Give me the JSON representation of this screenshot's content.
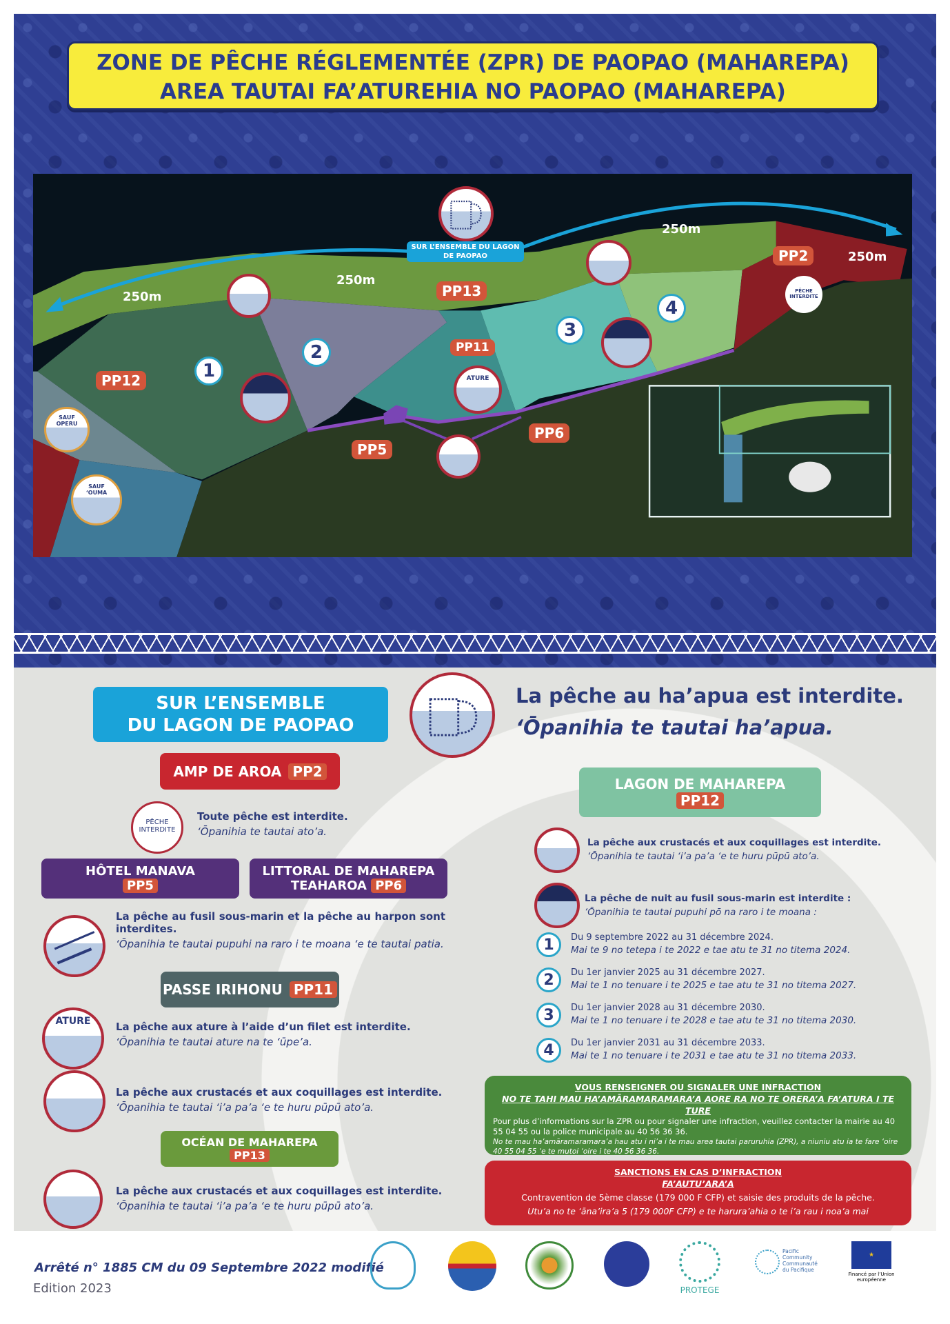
{
  "title": {
    "line1": "ZONE DE PÊCHE RÉGLEMENTÉE (ZPR) DE PAOPAO (MAHAREPA)",
    "line2": "AREA TAUTAI FA’ATUREHIA NO PAOPAO (MAHAREPA)"
  },
  "map": {
    "zones": [
      "PP12",
      "PP13",
      "PP11",
      "PP5",
      "PP6",
      "PP2"
    ],
    "numbers": [
      "1",
      "2",
      "3",
      "4"
    ],
    "distance": "250m",
    "lagoon_label": "SUR L’ENSEMBLE DU LAGON DE PAOPAO",
    "peche_interdite": "PÊCHE INTERDITE",
    "ature": "ATURE",
    "sauf_operu": "SAUF OPERU",
    "sauf_ouma": "SAUF ‘OUMA"
  },
  "left": {
    "lagoon_box": {
      "line1": "SUR L’ENSEMBLE",
      "line2": "DU LAGON DE PAOPAO"
    },
    "haapua": {
      "fr": "La pêche au ha’apua est interdite.",
      "ta": "‘Ōpanihia te tautai ha’apua."
    },
    "amp": {
      "label": "AMP DE AROA",
      "tag": "PP2"
    },
    "peche_icon": "PÊCHE INTERDITE",
    "amp_rule": {
      "fr": "Toute pêche est interdite.",
      "ta": "‘Ōpanihia te tautai ato’a."
    },
    "manava": {
      "label": "HÔTEL MANAVA",
      "tag": "PP5"
    },
    "littoral": {
      "label1": "LITTORAL DE MAHAREPA",
      "label2": "TEAHAROA",
      "tag": "PP6"
    },
    "fusil_rule": {
      "fr": "La pêche au fusil sous-marin et la pêche au harpon sont interdites.",
      "ta": "‘Ōpanihia te tautai pupuhi na raro i te moana ‘e te tautai patia."
    },
    "passe": {
      "label": "PASSE IRIHONU",
      "tag": "PP11"
    },
    "ature_icon": "ATURE",
    "ature_rule": {
      "fr": "La pêche aux ature à l’aide d’un filet est interdite.",
      "ta": "‘Ōpanihia te tautai ature na te ‘ūpe’a."
    },
    "crust_rule": {
      "fr": "La pêche aux crustacés et aux coquillages est interdite.",
      "ta": "‘Ōpanihia te tautai ‘i’a pa’a ‘e te huru pūpū ato’a."
    },
    "ocean": {
      "label": "OCÉAN DE MAHAREPA",
      "tag": "PP13"
    },
    "ocean_rule": {
      "fr": "La pêche aux crustacés et aux coquillages est interdite.",
      "ta": "‘Ōpanihia te tautai ‘i’a pa’a ‘e te huru pūpū ato’a."
    }
  },
  "right": {
    "lagon": {
      "label": "LAGON DE MAHAREPA",
      "tag": "PP12"
    },
    "crust_rule": {
      "fr": "La pêche aux crustacés et aux coquillages est interdite.",
      "ta": "‘Ōpanihia te tautai ‘i’a pa’a ‘e te huru pūpū ato’a."
    },
    "night_rule": {
      "fr": "La pêche de nuit au fusil sous-marin est interdite :",
      "ta": "‘Ōpanihia te tautai pupuhi pō na raro i te moana :"
    },
    "periods": [
      {
        "n": "1",
        "fr": "Du 9 septembre 2022 au 31 décembre 2024.",
        "ta": "Mai te 9 no tetepa i te 2022 e tae atu te 31 no titema 2024."
      },
      {
        "n": "2",
        "fr": "Du 1er janvier 2025 au 31 décembre 2027.",
        "ta": "Mai te 1 no tenuare i te 2025 e tae atu te 31 no titema 2027."
      },
      {
        "n": "3",
        "fr": "Du 1er janvier 2028 au 31 décembre 2030.",
        "ta": "Mai te 1 no tenuare i te 2028 e tae atu te 31 no titema 2030."
      },
      {
        "n": "4",
        "fr": "Du 1er janvier 2031 au 31 décembre 2033.",
        "ta": "Mai te 1 no tenuare i te 2031 e tae atu te 31 no titema 2033."
      }
    ],
    "info": {
      "title": "VOUS RENSEIGNER OU SIGNALER UNE INFRACTION",
      "subtitle": "NO TE TAHI MAU HA’AMĀRAMARAMARA’A AORE RA NO TE ORERA’A FA’ATURA I TE TURE",
      "fr": "Pour plus d’informations sur la ZPR ou pour signaler une infraction, veuillez contacter la mairie au 40 55 04 55 ou la police municipale au 40 56 36 36.",
      "ta": "No te mau ha’amāramaramara’a hau atu i ni’a i te mau area tautai paruruhia (ZPR), a niuniu atu ia te fare ‘oire 40 55 04 55 ‘e te mutoi ‘oire i te 40 56 36 36."
    },
    "sanctions": {
      "title": "SANCTIONS EN CAS D’INFRACTION",
      "subtitle": "FA’AUTU’ARA’A",
      "fr": "Contravention de 5ème classe (179 000 F CFP) et saisie des produits de la pêche.",
      "ta": "Utu’a no te ‘āna’ira’a 5 (179 000F CFP) e te harura’ahia o te i’a rau i noa’a mai"
    }
  },
  "footer": {
    "decree": "Arrêté n° 1885 CM du 09 Septembre 2022 modifié",
    "edition": "Edition 2023",
    "protege": "PROTEGE",
    "spc": "Pacific Community Communauté du Pacifique",
    "eu": "Financé par l’Union européenne"
  },
  "colors": {
    "navy": "#2f3f93",
    "yellow": "#f8ec3c",
    "cyan": "#1aa3d9",
    "red": "#c8262f",
    "purple": "#54307a",
    "green": "#4a8a3c",
    "orange": "#d2553a",
    "slate": "#4f6466",
    "olive": "#6a9a3c",
    "mint": "#7fc3a2"
  }
}
